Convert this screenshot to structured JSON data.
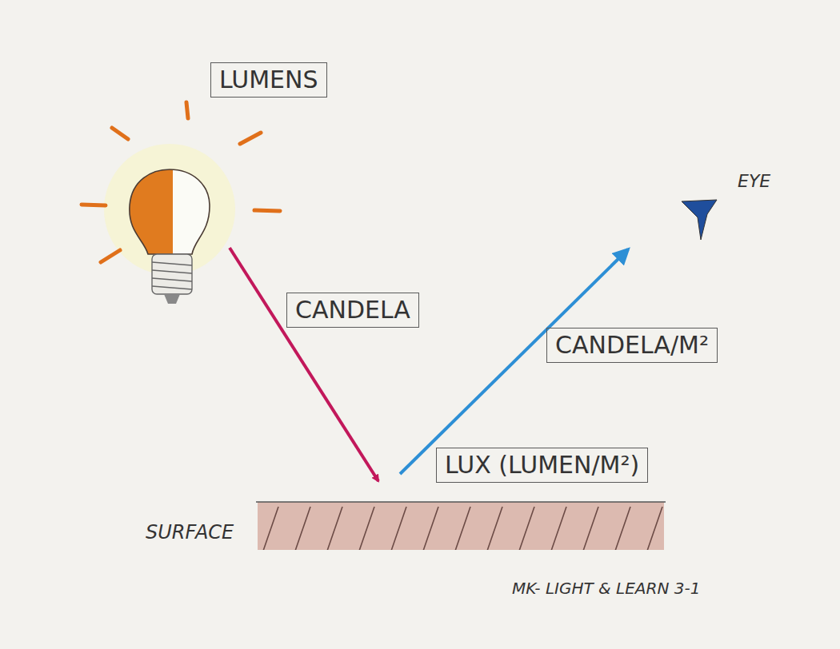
{
  "diagram": {
    "nodes": [
      {
        "text": [
          "LUMENS"
        ]
      },
      {
        "text": [
          "CANDELA"
        ]
      },
      {
        "text": [
          "CANDELA/M²"
        ]
      },
      {
        "text": [
          "LUX (LUMEN/M²)"
        ]
      }
    ],
    "labels": [
      "EYE",
      "SURFACE",
      "MK- LIGHT & LEARN 3-1"
    ]
  }
}
